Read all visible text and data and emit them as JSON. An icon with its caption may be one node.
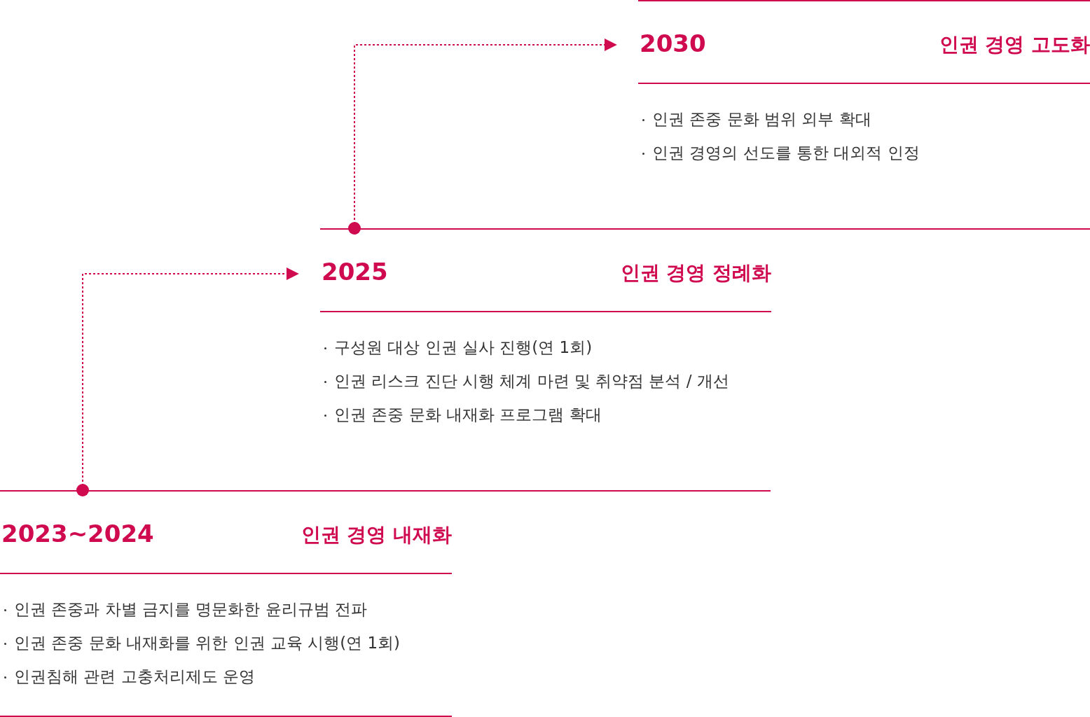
{
  "diagram": {
    "nodes": [
      {
        "text": [
          "2030",
          "인권 경영 고도화",
          "인권 존중 문화 범위 외부 확대",
          "인권 경영의 선도를 통한 대외적 인정"
        ]
      },
      {
        "text": [
          "2025",
          "인권 경영 정례화",
          "구성원 대상 인권 실사 진행(연 1회)",
          "인권 리스크 진단 시행 체계 마련 및 취약점 분석 / 개선",
          "인권 존중 문화 내재화 프로그램 확대"
        ]
      },
      {
        "text": [
          "2023~2024",
          "인권 경영 내재화",
          "인권 존중과 차별 금지를 명문화한 윤리규범 전파",
          "인권 존중 문화 내재화를 위한 인권 교육 시행(연 1회)",
          "인권침해 관련 고충처리제도 운영"
        ]
      }
    ],
    "edges": [
      {
        "from": 2,
        "to": 1,
        "arrow": "to",
        "style": "dashed"
      },
      {
        "from": 1,
        "to": 0,
        "arrow": "to",
        "style": "dashed"
      }
    ]
  }
}
